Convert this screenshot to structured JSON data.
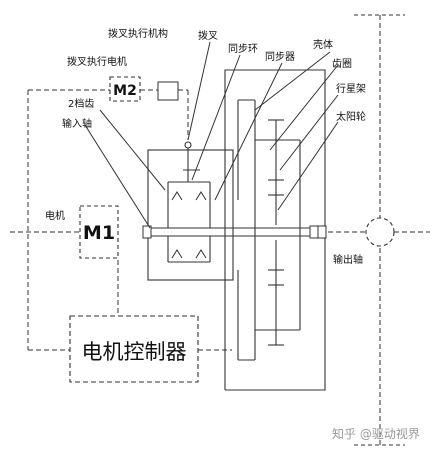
{
  "labels": {
    "shift_actuator": "拨叉执行机构",
    "shift_fork": "拨叉",
    "shift_motor": "拨叉执行电机",
    "synchro_ring": "同步环",
    "synchronizer": "同步器",
    "housing": "壳体",
    "ring_gear": "齿圈",
    "planet_carrier": "行星架",
    "sun_gear": "太阳轮",
    "second_gear": "2档齿",
    "input_shaft": "输入轴",
    "motor": "电机",
    "output_shaft": "输出轴",
    "motor_controller": "电机控制器",
    "m1": "M1",
    "m2": "M2"
  },
  "watermark": "知乎 @驱动视界"
}
